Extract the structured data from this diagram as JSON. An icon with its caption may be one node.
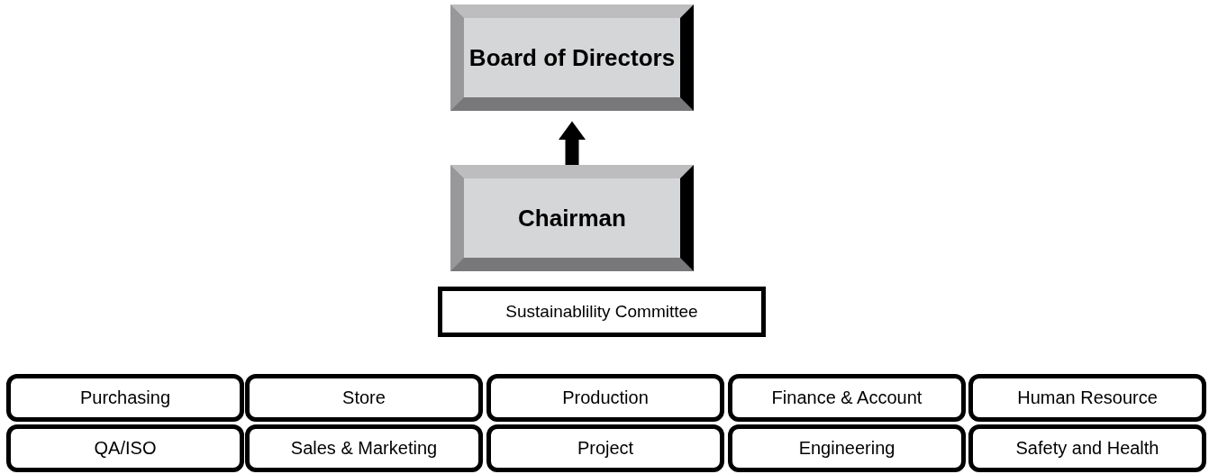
{
  "diagram": {
    "nodes": [
      {
        "text": [
          "Board of Directors"
        ]
      },
      {
        "text": [
          "Chairman"
        ]
      },
      {
        "text": [
          "Sustainablility Committee"
        ]
      },
      {
        "text": [
          "Purchasing"
        ]
      },
      {
        "text": [
          "Store"
        ]
      },
      {
        "text": [
          "Production"
        ]
      },
      {
        "text": [
          "Finance & Account"
        ]
      },
      {
        "text": [
          "Human Resource"
        ]
      },
      {
        "text": [
          "QA/ISO"
        ]
      },
      {
        "text": [
          "Sales & Marketing"
        ]
      },
      {
        "text": [
          "Project"
        ]
      },
      {
        "text": [
          "Engineering"
        ]
      },
      {
        "text": [
          "Safety and Health"
        ]
      }
    ],
    "edges": [
      {
        "from": 1,
        "to": 0,
        "arrow": "to"
      }
    ]
  }
}
